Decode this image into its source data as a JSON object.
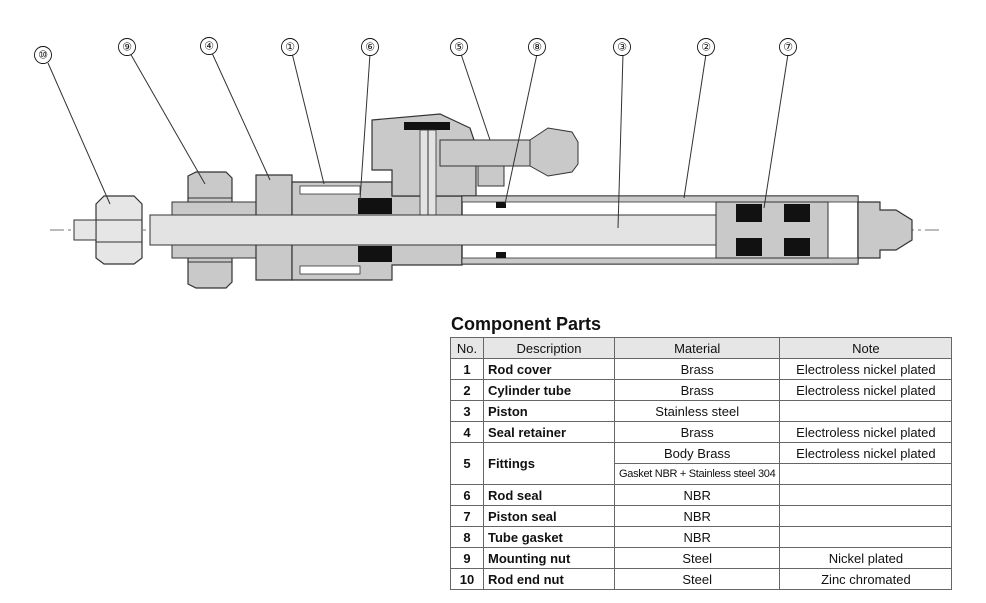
{
  "callouts": [
    {
      "label": "⑩"
    },
    {
      "label": "⑨"
    },
    {
      "label": "④"
    },
    {
      "label": "①"
    },
    {
      "label": "⑥"
    },
    {
      "label": "⑤"
    },
    {
      "label": "⑧"
    },
    {
      "label": "③"
    },
    {
      "label": "②"
    },
    {
      "label": "⑦"
    }
  ],
  "table": {
    "title": "Component Parts",
    "headers": {
      "no": "No.",
      "description": "Description",
      "material": "Material",
      "note": "Note"
    },
    "rows": [
      {
        "no": "1",
        "description": "Rod cover",
        "material": "Brass",
        "note": "Electroless nickel plated"
      },
      {
        "no": "2",
        "description": "Cylinder tube",
        "material": "Brass",
        "note": "Electroless nickel plated"
      },
      {
        "no": "3",
        "description": "Piston",
        "material": "Stainless steel",
        "note": ""
      },
      {
        "no": "4",
        "description": "Seal retainer",
        "material": "Brass",
        "note": "Electroless nickel plated"
      },
      {
        "no": "5",
        "description": "Fittings",
        "material": "Body Brass",
        "material2": "Gasket NBR + Stainless steel 304",
        "note": "Electroless nickel plated"
      },
      {
        "no": "6",
        "description": "Rod seal",
        "material": "NBR",
        "note": ""
      },
      {
        "no": "7",
        "description": "Piston seal",
        "material": "NBR",
        "note": ""
      },
      {
        "no": "8",
        "description": "Tube gasket",
        "material": "NBR",
        "note": ""
      },
      {
        "no": "9",
        "description": "Mounting nut",
        "material": "Steel",
        "note": "Nickel plated"
      },
      {
        "no": "10",
        "description": "Rod end nut",
        "material": "Steel",
        "note": "Zinc chromated"
      }
    ]
  },
  "colors": {
    "metal": "#c9c9c9",
    "seal": "#111111",
    "line": "#333333",
    "header": "#e6e6e6"
  }
}
